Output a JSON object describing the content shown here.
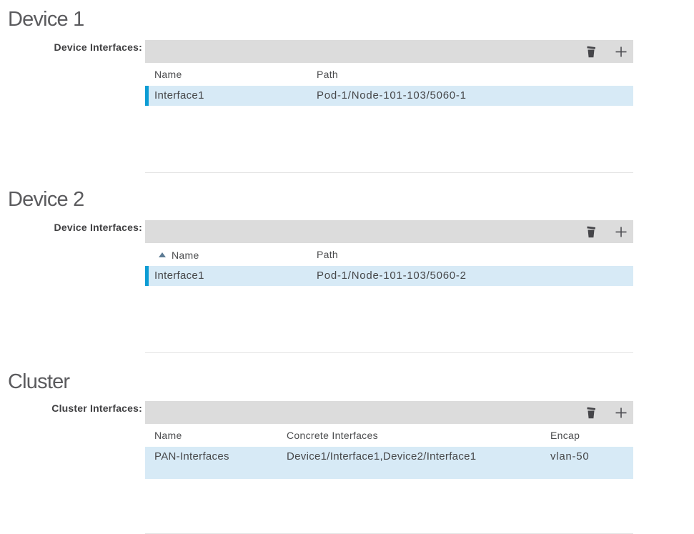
{
  "colors": {
    "heading": "#5b5b5e",
    "label": "#3f3f41",
    "toolbar_bg": "#dcdcdc",
    "header_text": "#4b4c4e",
    "row_bg": "#d7eaf6",
    "row_bar": "#0c9cd4",
    "row_text": "#47484a",
    "divider": "#e4e4e4",
    "sort_arrow": "#5d7b94",
    "trash_icon": "#454549",
    "plus_icon": "#4c4c50"
  },
  "sections": [
    {
      "title": "Device 1",
      "field_label": "Device Interfaces:",
      "table": {
        "columns": {
          "name": "Name",
          "path": "Path"
        },
        "row": {
          "name": "Interface1",
          "path": "Pod-1/Node-101-103/5060-1"
        }
      }
    },
    {
      "title": "Device 2",
      "field_label": "Device Interfaces:",
      "sort": {
        "column": "Name",
        "direction": "ascending"
      },
      "table": {
        "columns": {
          "name": "Name",
          "path": "Path"
        },
        "row": {
          "name": "Interface1",
          "path": "Pod-1/Node-101-103/5060-2"
        }
      }
    },
    {
      "title": "Cluster",
      "field_label": "Cluster Interfaces:",
      "table": {
        "columns": {
          "name": "Name",
          "concrete": "Concrete Interfaces",
          "encap": "Encap"
        },
        "row": {
          "name": "PAN-Interfaces",
          "concrete": "Device1/Interface1,Device2/Interface1",
          "encap": "vlan-50"
        }
      }
    }
  ]
}
